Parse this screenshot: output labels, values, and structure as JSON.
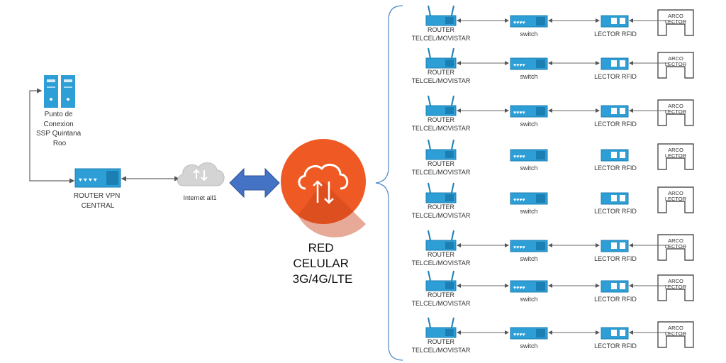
{
  "server": {
    "label_lines": [
      "Punto de",
      "Conexion",
      "SSP Quintana",
      "Roo"
    ]
  },
  "central_router": {
    "label_lines": [
      "ROUTER VPN",
      "CENTRAL"
    ]
  },
  "internet": {
    "label": "Internet all1"
  },
  "network": {
    "label_lines": [
      "RED",
      "CELULAR",
      "3G/4G/LTE"
    ]
  },
  "site_labels": {
    "router_line1": "ROUTER",
    "router_line2": "TELCEL/MOVISTAR",
    "switch": "switch",
    "reader": "LECTOR RFID",
    "arch_line1": "ARCO",
    "arch_line2": "LECTOR"
  },
  "sites": [
    {
      "connected": true
    },
    {
      "connected": true
    },
    {
      "connected": true
    },
    {
      "connected": false
    },
    {
      "connected": false
    },
    {
      "connected": true
    },
    {
      "connected": true
    },
    {
      "connected": true
    }
  ],
  "colors": {
    "device": "#2e9fd6",
    "device_dark": "#1c7fb3",
    "network_circle": "#ef5a24",
    "arrow": "#4472c4",
    "line": "#666666",
    "cloud": "#d0d0d0"
  }
}
